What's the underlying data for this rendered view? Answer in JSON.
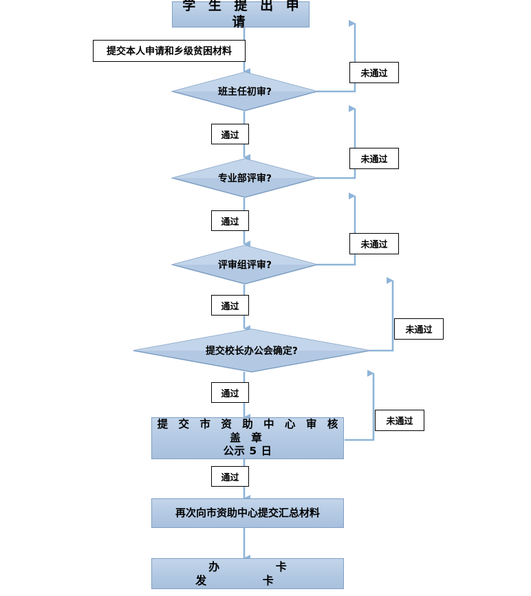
{
  "diagram": {
    "title_node": "学 生 提 出 申 请",
    "colors": {
      "node_fill": "#b3c9e3",
      "node_border": "#7f9fc4",
      "connector": "#8eb4d8",
      "label_border": "#000000",
      "text": "#000000",
      "background": "#ffffff"
    },
    "nodes": {
      "start": {
        "label": "学 生 提 出 申 请",
        "type": "process"
      },
      "materials": {
        "label": "提交本人申请和乡级贫困材料",
        "type": "annotation"
      },
      "decision1": {
        "label": "班主任初审?",
        "type": "decision"
      },
      "decision2": {
        "label": "专业部评审?",
        "type": "decision"
      },
      "decision3": {
        "label": "评审组评审?",
        "type": "decision"
      },
      "decision4": {
        "label": "提交校长办公会确定?",
        "type": "decision"
      },
      "review_center": {
        "label_line1": "提 交 市 资 助 中 心 审 核 盖 章",
        "label_line2": "公示 5 日",
        "type": "process"
      },
      "resubmit": {
        "label": "再次向市资助中心提交汇总材料",
        "type": "process"
      },
      "issue_card": {
        "label": "办 卡 发 卡",
        "type": "process"
      }
    },
    "edge_labels": {
      "pass": "通过",
      "fail": "未通过"
    },
    "pass_labels": [
      {
        "text": "通过",
        "after": "decision1"
      },
      {
        "text": "通过",
        "after": "decision2"
      },
      {
        "text": "通过",
        "after": "decision3"
      },
      {
        "text": "通过",
        "after": "decision4"
      },
      {
        "text": "通过",
        "after": "review_center"
      }
    ],
    "fail_labels": [
      {
        "text": "未通过",
        "from": "decision1"
      },
      {
        "text": "未通过",
        "from": "decision2"
      },
      {
        "text": "未通过",
        "from": "decision3"
      },
      {
        "text": "未通过",
        "from": "decision4"
      },
      {
        "text": "未通过",
        "from": "review_center"
      }
    ]
  }
}
